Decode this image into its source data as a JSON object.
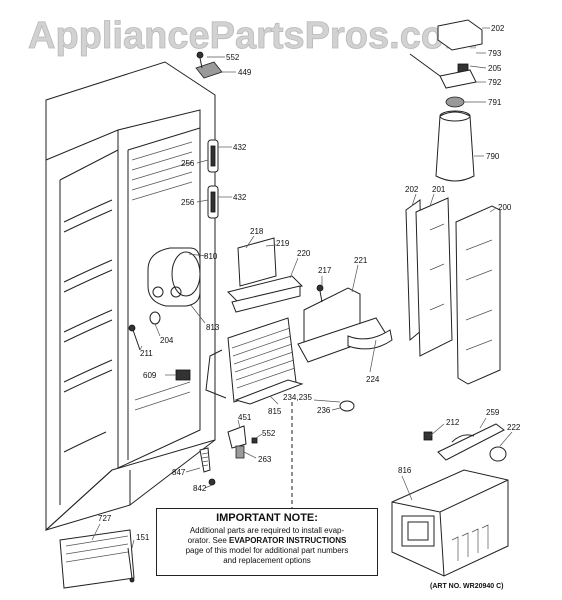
{
  "watermark": "AppliancePartsPros.com",
  "art_number": "(ART NO. WR20940 C)",
  "note": {
    "title": "IMPORTANT NOTE:",
    "line1": "Additional parts are required to install evap-",
    "line2_prefix": "orator.  See ",
    "line2_bold": "EVAPORATOR INSTRUCTIONS",
    "line3": "page of this model for additional part numbers",
    "line4": "and replacement options"
  },
  "callouts": {
    "c552a": "552",
    "c449": "449",
    "c432a": "432",
    "c256a": "256",
    "c432b": "432",
    "c256b": "256",
    "c810": "810",
    "c813": "813",
    "c204": "204",
    "c211": "211",
    "c609": "609",
    "c218": "218",
    "c219": "219",
    "c220": "220",
    "c217": "217",
    "c221": "221",
    "c224": "224",
    "c234": "234,235",
    "c236": "236",
    "c815": "815",
    "c451": "451",
    "c552b": "552",
    "c263": "263",
    "c847": "847",
    "c842": "842",
    "c727": "727",
    "c151": "151",
    "c202a": "202",
    "c793": "793",
    "c205": "205",
    "c792": "792",
    "c791": "791",
    "c790": "790",
    "c202b": "202",
    "c201": "201",
    "c200": "200",
    "c212": "212",
    "c259": "259",
    "c222": "222",
    "c816": "816"
  }
}
